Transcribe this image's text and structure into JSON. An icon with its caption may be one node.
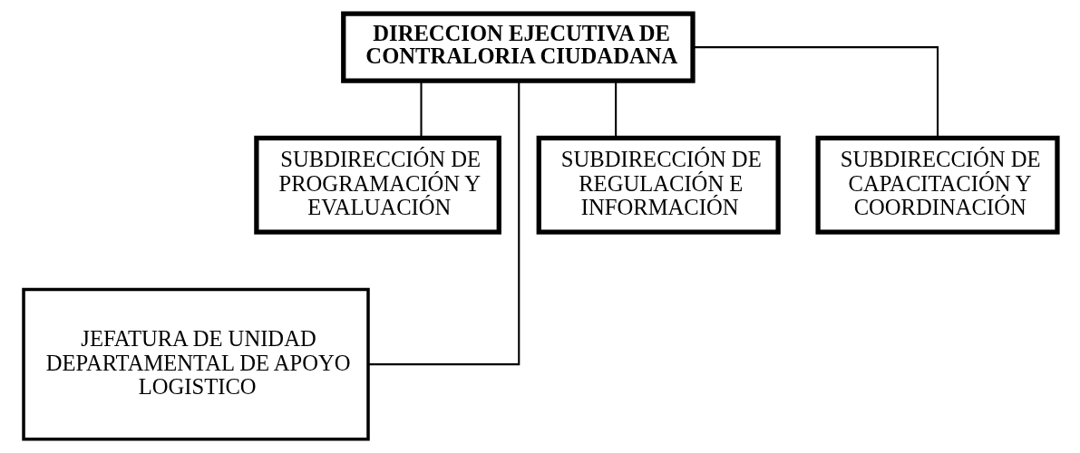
{
  "diagram": {
    "nodes": [
      {
        "text": [
          "DIRECCION EJECUTIVA DE CONTRALORIA CIUDADANA"
        ]
      },
      {
        "text": [
          "SUBDIRECCIÓN DE PROGRAMACIÓN Y EVALUACIÓN"
        ]
      },
      {
        "text": [
          "SUBDIRECCIÓN DE REGULACIÓN E INFORMACIÓN"
        ]
      },
      {
        "text": [
          "SUBDIRECCIÓN DE CAPACITACIÓN Y COORDINACIÓN"
        ]
      },
      {
        "text": [
          "JEFATURA DE UNIDAD DEPARTAMENTAL DE APOYO LOGISTICO"
        ]
      }
    ],
    "edges": [
      {
        "from": 0,
        "to": 4,
        "arrow": "none"
      },
      {
        "from": 0,
        "to": 1,
        "arrow": "none"
      },
      {
        "from": 0,
        "to": 2,
        "arrow": "none"
      },
      {
        "from": 0,
        "to": 3,
        "arrow": "none"
      }
    ]
  }
}
